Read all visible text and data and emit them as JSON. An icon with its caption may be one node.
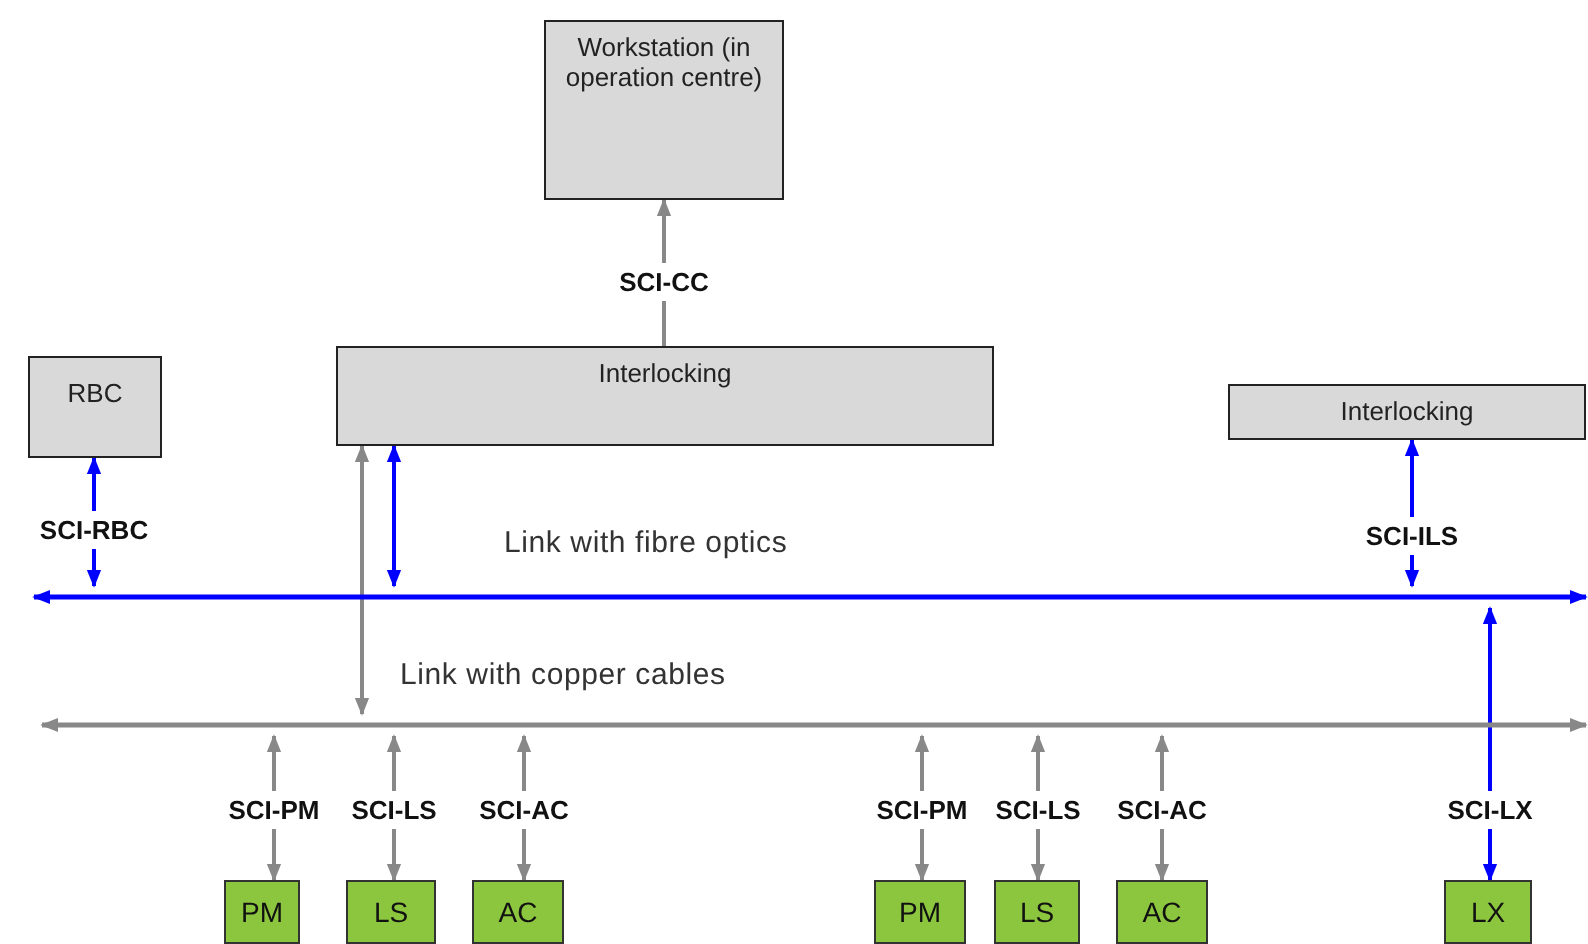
{
  "diagram": {
    "nodes": [
      {
        "text": [
          "Workstation (in operation centre)"
        ]
      },
      {
        "text": [
          "Interlocking"
        ]
      },
      {
        "text": [
          "RBC"
        ]
      },
      {
        "text": [
          "Interlocking"
        ]
      },
      {
        "text": [],
        "shape": "bar",
        "beside": [
          "Link with fibre optics"
        ]
      },
      {
        "text": [],
        "shape": "bar",
        "beside": [
          "Link with copper cables"
        ]
      },
      {
        "text": [
          "PM"
        ]
      },
      {
        "text": [
          "LS"
        ]
      },
      {
        "text": [
          "AC"
        ]
      },
      {
        "text": [
          "PM"
        ]
      },
      {
        "text": [
          "LS"
        ]
      },
      {
        "text": [
          "AC"
        ]
      },
      {
        "text": [
          "LX"
        ]
      }
    ],
    "edges": [
      {
        "from": 1,
        "to": 0,
        "arrow": "to",
        "label": "SCI-CC"
      },
      {
        "from": 4,
        "to": 2,
        "arrow": "both",
        "label": "SCI-RBC",
        "color": "#0000ff"
      },
      {
        "from": 1,
        "to": 4,
        "arrow": "both",
        "color": "#0000ff"
      },
      {
        "from": 1,
        "to": 5,
        "arrow": "both"
      },
      {
        "from": 4,
        "to": 3,
        "arrow": "both",
        "label": "SCI-ILS",
        "color": "#0000ff"
      },
      {
        "from": 5,
        "to": 6,
        "arrow": "both",
        "label": "SCI-PM"
      },
      {
        "from": 5,
        "to": 7,
        "arrow": "both",
        "label": "SCI-LS"
      },
      {
        "from": 5,
        "to": 8,
        "arrow": "both",
        "label": "SCI-AC"
      },
      {
        "from": 5,
        "to": 9,
        "arrow": "both",
        "label": "SCI-PM"
      },
      {
        "from": 5,
        "to": 10,
        "arrow": "both",
        "label": "SCI-LS"
      },
      {
        "from": 5,
        "to": 11,
        "arrow": "both",
        "label": "SCI-AC"
      },
      {
        "from": 4,
        "to": 12,
        "arrow": "both",
        "label": "SCI-LX",
        "color": "#0000ff"
      }
    ]
  }
}
